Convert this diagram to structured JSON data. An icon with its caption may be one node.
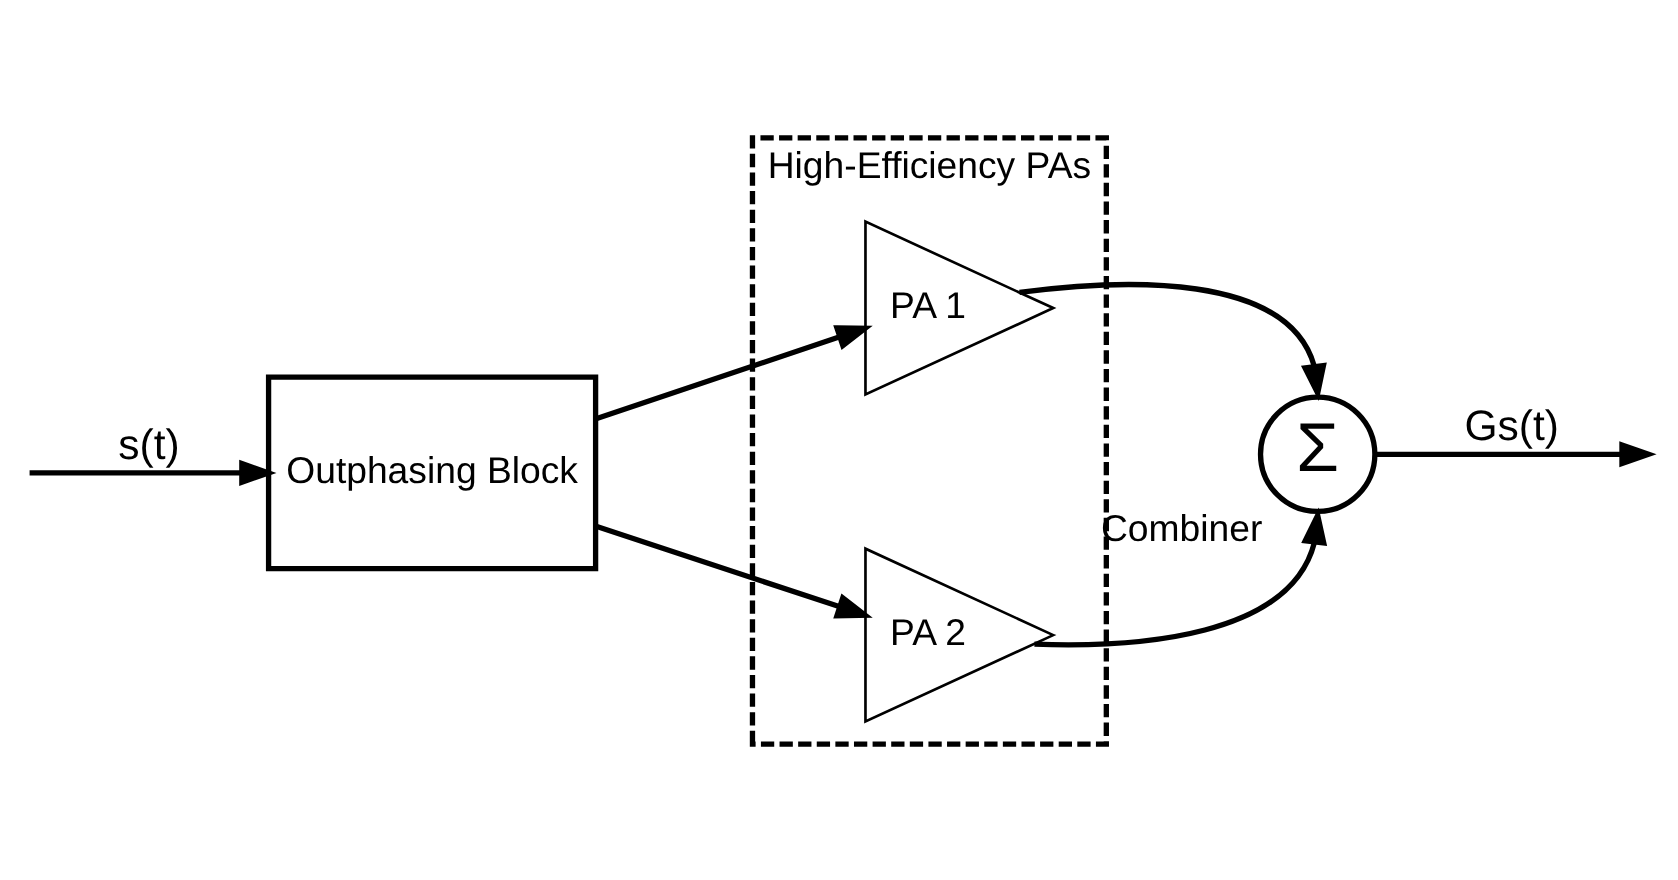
{
  "diagram": {
    "nodes": [
      {
        "text": [
          "High-Efficiency PAs"
        ]
      },
      {
        "text": [
          "Outphasing Block"
        ]
      },
      {
        "text": [
          "PA 1"
        ],
        "in": 0
      },
      {
        "text": [
          "PA 2"
        ],
        "in": 0
      },
      {
        "text": [
          "Σ"
        ],
        "beside": [
          "Combiner"
        ]
      }
    ],
    "edges": [
      {
        "from": null,
        "to": 1,
        "arrow": "to",
        "label": "s(t)"
      },
      {
        "from": 1,
        "to": 2,
        "arrow": "to"
      },
      {
        "from": 1,
        "to": 3,
        "arrow": "to"
      },
      {
        "from": 2,
        "to": 4,
        "arrow": "to"
      },
      {
        "from": 3,
        "to": 4,
        "arrow": "to"
      },
      {
        "from": 4,
        "to": null,
        "arrow": "to",
        "label": "Gs(t)"
      }
    ]
  }
}
